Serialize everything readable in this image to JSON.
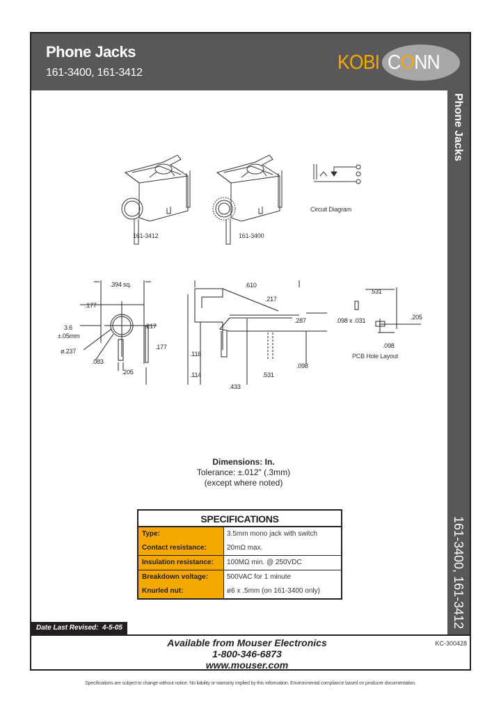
{
  "header": {
    "title": "Phone Jacks",
    "subtitle": "161-3400, 161-3412",
    "logo": {
      "part1": "KOBI",
      "part2_pre": "C",
      "part2_o": "O",
      "part2_post": "NN",
      "accent_color": "#f5a800",
      "bar_color": "#58585a"
    }
  },
  "side_bar": {
    "top_text": "Phone Jacks",
    "bottom_text": "161-3400, 161-3412"
  },
  "illustrations": {
    "part_a_caption": "161-3412",
    "part_b_caption": "161-3400",
    "circuit_caption": "Circuit Diagram"
  },
  "drawings": {
    "front_view": {
      "width_sq": ".394 sq.",
      "top_offset": ".177",
      "hole_dia_mm": "3.6",
      "hole_tol_mm": "±.05mm",
      "outer_dia": "ø.237",
      "pin_right": ".217",
      "pin_low": ".177",
      "pin_width": ".083",
      "pin_spacing": ".205"
    },
    "side_view": {
      "overall": ".610",
      "top_inset": ".217",
      "height": ".287",
      "left_a": ".118",
      "left_b": ".114",
      "pin_dia": ".098",
      "pin_span": ".531",
      "base": ".433"
    },
    "pcb_layout": {
      "span": ".531",
      "slot": ".098 x .031",
      "vert": ".205",
      "offset": ".098",
      "caption": "PCB Hole Layout"
    }
  },
  "notes": {
    "line1": "Dimensions: In.",
    "line2": "Tolerance: ±.012\" (.3mm)",
    "line3": "(except where noted)"
  },
  "specifications": {
    "title": "SPECIFICATIONS",
    "groups": [
      [
        {
          "label": "Type:",
          "value": "3.5mm mono jack with switch"
        },
        {
          "label": "Contact resistance:",
          "value": "20mΩ max."
        }
      ],
      [
        {
          "label": "Insulation resistance:",
          "value": "100MΩ min. @ 250VDC"
        }
      ],
      [
        {
          "label": "Breakdown voltage:",
          "value": "500VAC for 1 minute"
        },
        {
          "label": "Knurled nut:",
          "value": "ø6 x .5mm (on 161-3400 only)"
        }
      ]
    ]
  },
  "footer": {
    "revised_label": "Date Last Revised:",
    "revised_date": "4-5-05",
    "available": "Available from Mouser Electronics",
    "phone": "1-800-346-6873",
    "website": "www.mouser.com",
    "doc_code": "KC-300428"
  },
  "disclaimer": "Specifications are subject to change without notice. No liability or warranty implied by this information. Environmental compliance based on producer documentation."
}
